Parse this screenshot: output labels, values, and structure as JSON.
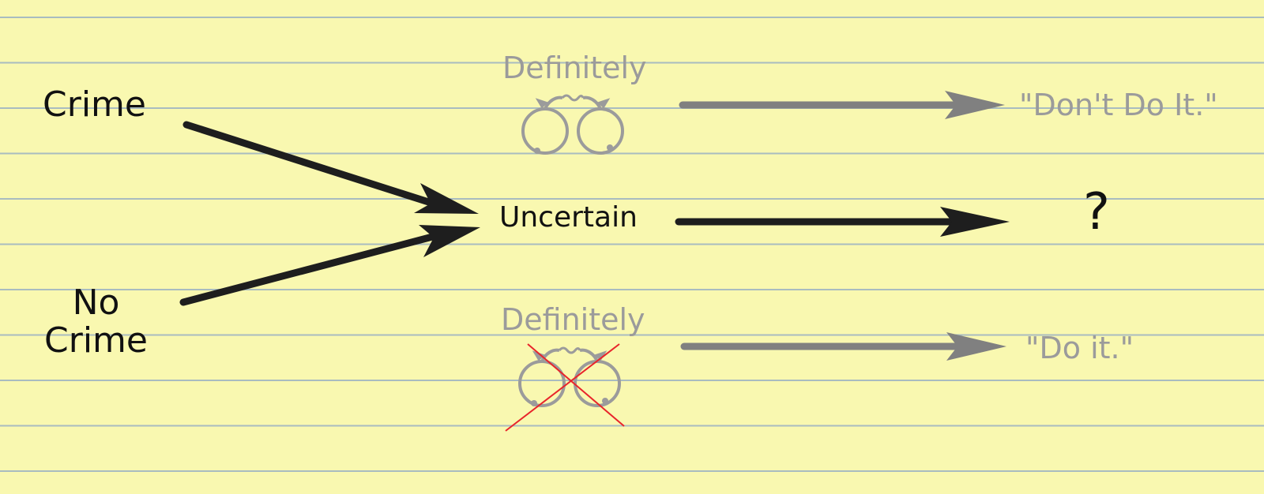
{
  "diagram": {
    "inputs": {
      "crime": "Crime",
      "no_crime_line1": "No",
      "no_crime_line2": "Crime"
    },
    "states": {
      "definitely_top": "Definitely",
      "uncertain": "Uncertain",
      "definitely_bottom": "Definitely"
    },
    "outcomes": {
      "dont_do_it": "\"Don't Do It.\"",
      "question": "?",
      "do_it": "\"Do it.\""
    }
  },
  "icons": {
    "top": "handcuffs-icon",
    "bottom": "crossed-out-handcuffs-icon"
  },
  "colors": {
    "paper": "#f9f8b0",
    "rule_lines": "#a9bcc0",
    "dark_ink": "#111111",
    "grey_ink": "#9b9b9b",
    "grey_arrow": "#808080",
    "cross_out": "#e8242b"
  }
}
